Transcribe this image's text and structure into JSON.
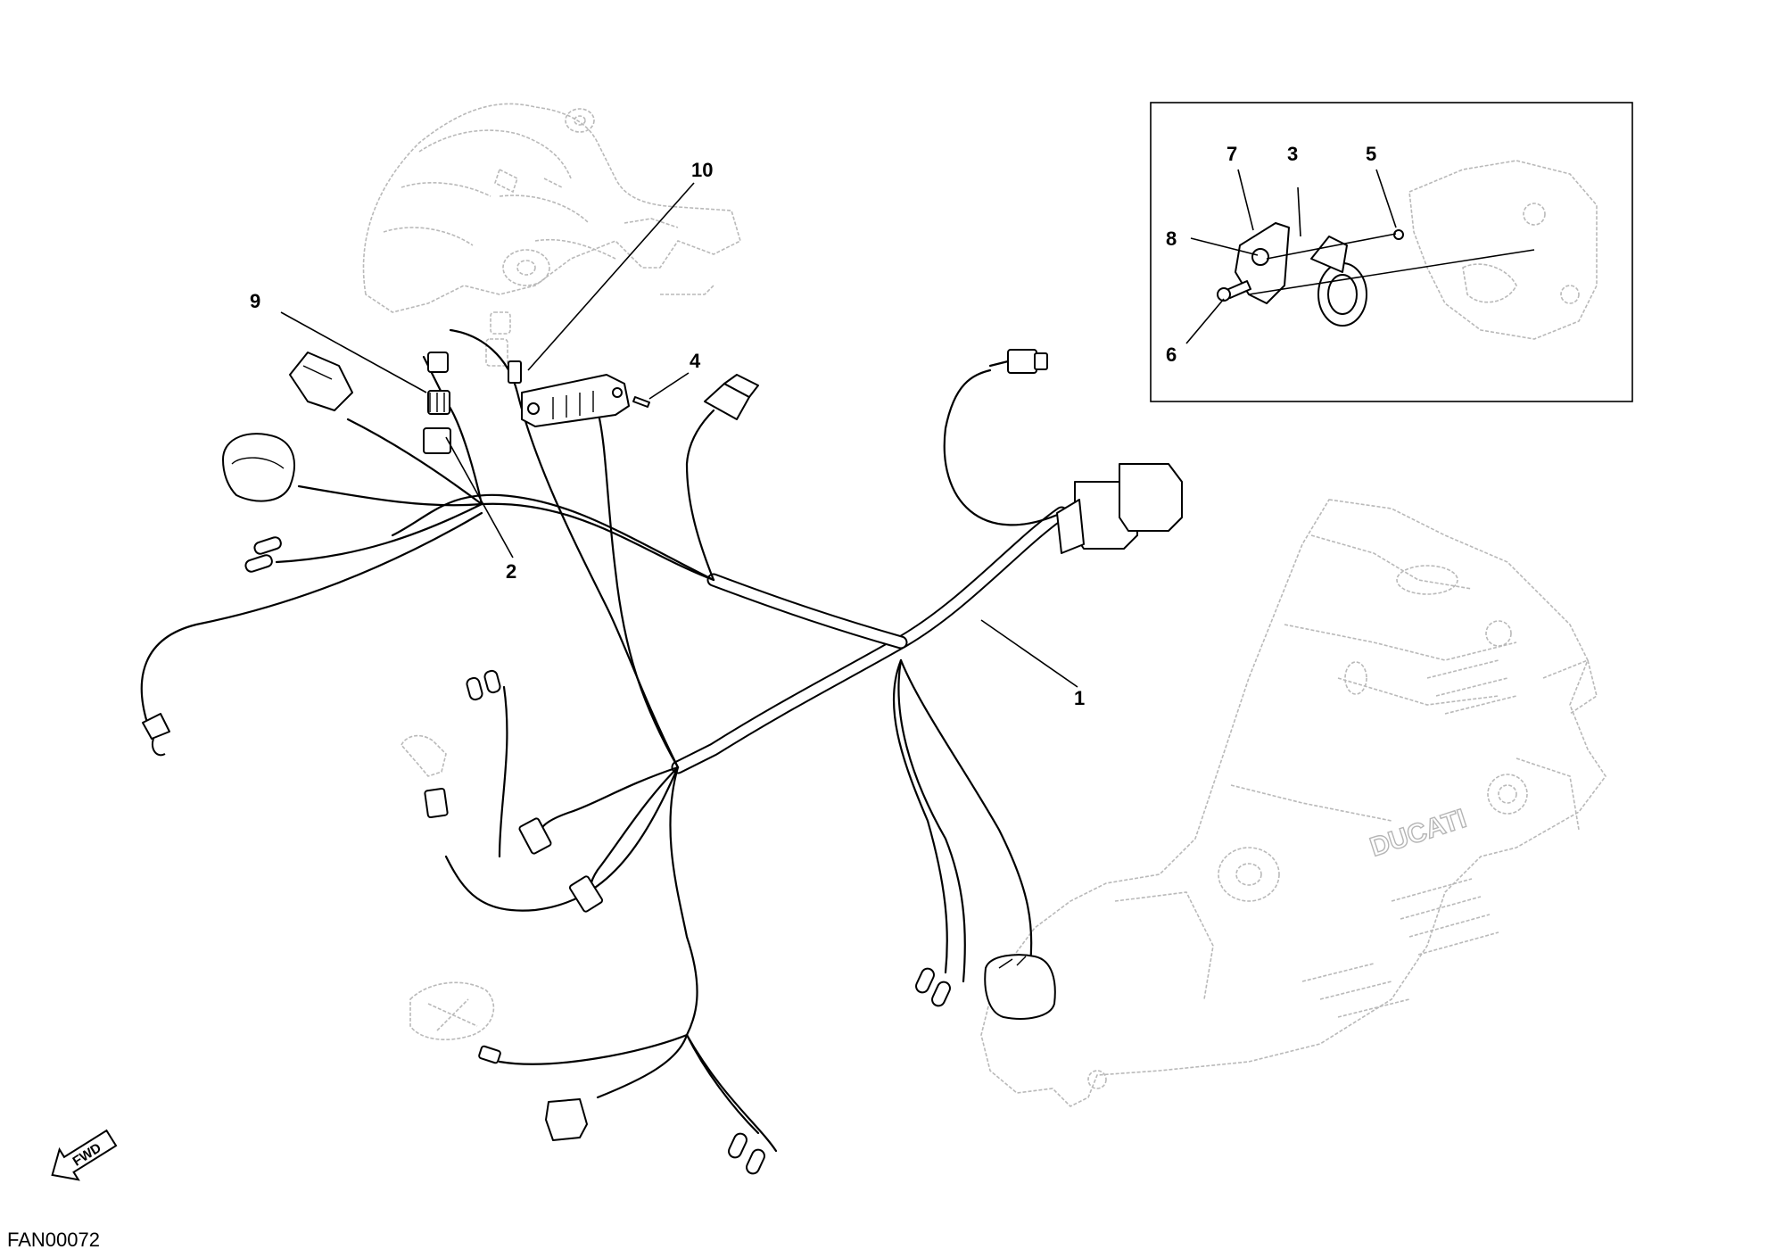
{
  "figure_code": "FAN00072",
  "fwd_label": "FWD",
  "engine_brand": "DUCATI",
  "callouts": [
    {
      "id": "1",
      "label": "1"
    },
    {
      "id": "2",
      "label": "2"
    },
    {
      "id": "3",
      "label": "3"
    },
    {
      "id": "4",
      "label": "4"
    },
    {
      "id": "5",
      "label": "5"
    },
    {
      "id": "6",
      "label": "6"
    },
    {
      "id": "7",
      "label": "7"
    },
    {
      "id": "8",
      "label": "8"
    },
    {
      "id": "9",
      "label": "9"
    },
    {
      "id": "10",
      "label": "10"
    }
  ],
  "colors": {
    "line": "#000000",
    "ghost": "#b9b9b9",
    "background": "#ffffff"
  }
}
